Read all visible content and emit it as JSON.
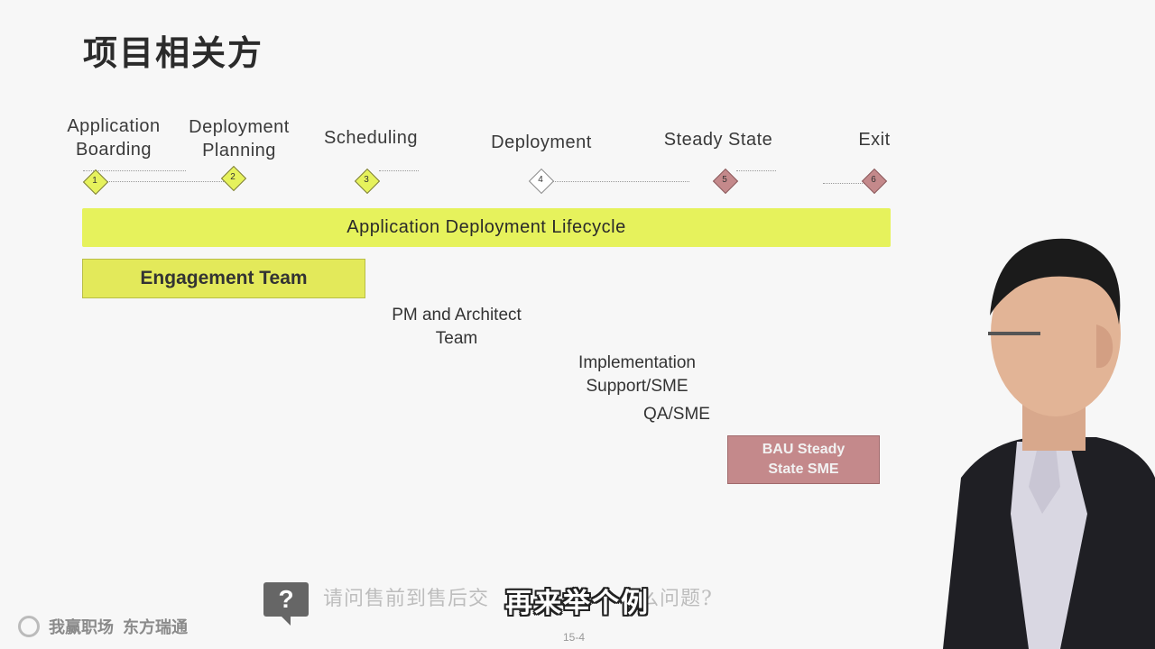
{
  "slide": {
    "title": "项目相关方",
    "page_number": "15-4"
  },
  "phases": [
    {
      "line1": "Application",
      "line2": "Boarding",
      "num": "1",
      "color": "#e6f25c"
    },
    {
      "line1": "Deployment",
      "line2": "Planning",
      "num": "2",
      "color": "#e6f25c"
    },
    {
      "line1": "Scheduling",
      "line2": "",
      "num": "3",
      "color": "#e6f25c"
    },
    {
      "line1": "Deployment",
      "line2": "",
      "num": "4",
      "color": "#ffffff"
    },
    {
      "line1": "Steady State",
      "line2": "",
      "num": "5",
      "color": "#c4898b"
    },
    {
      "line1": "Exit",
      "line2": "",
      "num": "6",
      "color": "#c4898b"
    }
  ],
  "lifecycle_label": "Application Deployment Lifecycle",
  "teams": {
    "engagement": "Engagement Team",
    "pm_line1": "PM and Architect",
    "pm_line2": "Team",
    "impl_line1": "Implementation",
    "impl_line2": "Support/SME",
    "qa": "QA/SME",
    "bau_line1": "BAU Steady",
    "bau_line2": "State SME"
  },
  "overlay": {
    "question_icon": "?",
    "question_text": "请问售前到售后交",
    "question_text_end": "么问题?",
    "subtitle": "再来举个例"
  },
  "logos": {
    "logo_icon": "circle-logo-icon",
    "brand1": "我赢职场",
    "brand2": "东方瑞通"
  },
  "colors": {
    "lifecycle": "#e6f25c",
    "bau": "#c4898b"
  }
}
